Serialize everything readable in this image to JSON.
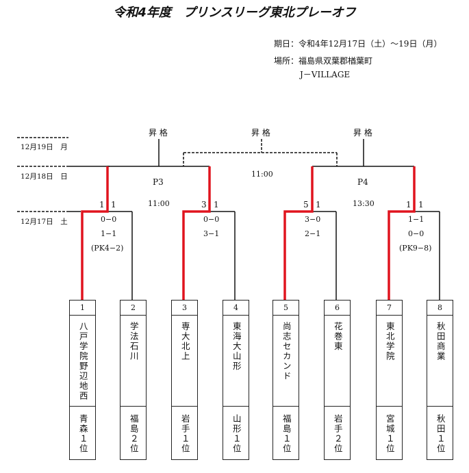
{
  "title": "令和4年度　プリンスリーグ東北プレーオフ",
  "period": "期日：令和4年12月17日（土）～19日（月）",
  "venue": "場所：福島県双葉郡楢葉町",
  "venue_name": "J－VILLAGE",
  "dates": {
    "d19": "12月19日　月",
    "d18": "12月18日　日",
    "d17": "12月17日　土"
  },
  "promotion_label": "昇 格",
  "round2": {
    "p3_label": "P3",
    "p4_label": "P4",
    "final_time": "11:00",
    "p3_time": "11:00",
    "p4_time": "13:30"
  },
  "matches": [
    {
      "score_left": "1",
      "score_right": "1",
      "h1": "0−0",
      "h2": "1−1",
      "pk": "(PK4−2)"
    },
    {
      "score_left": "3",
      "score_right": "1",
      "h1": "0−0",
      "h2": "3−1",
      "pk": ""
    },
    {
      "score_left": "5",
      "score_right": "1",
      "h1": "3−0",
      "h2": "2−1",
      "pk": ""
    },
    {
      "score_left": "1",
      "score_right": "1",
      "h1": "1−1",
      "h2": "0−0",
      "pk": "(PK9−8)"
    }
  ],
  "teams": [
    {
      "seed": "1",
      "name": "八戸学院野辺地西",
      "pref": "青森１位"
    },
    {
      "seed": "2",
      "name": "学法石川",
      "pref": "福島２位"
    },
    {
      "seed": "3",
      "name": "専大北上",
      "pref": "岩手１位"
    },
    {
      "seed": "4",
      "name": "東海大山形",
      "pref": "山形１位"
    },
    {
      "seed": "5",
      "name": "尚志セカンド",
      "pref": "福島１位"
    },
    {
      "seed": "6",
      "name": "花巻東",
      "pref": "岩手２位"
    },
    {
      "seed": "7",
      "name": "東北学院",
      "pref": "宮城１位"
    },
    {
      "seed": "8",
      "name": "秋田商業",
      "pref": "秋田１位"
    }
  ],
  "colors": {
    "winner_line": "#e0141e",
    "line": "#111111"
  }
}
